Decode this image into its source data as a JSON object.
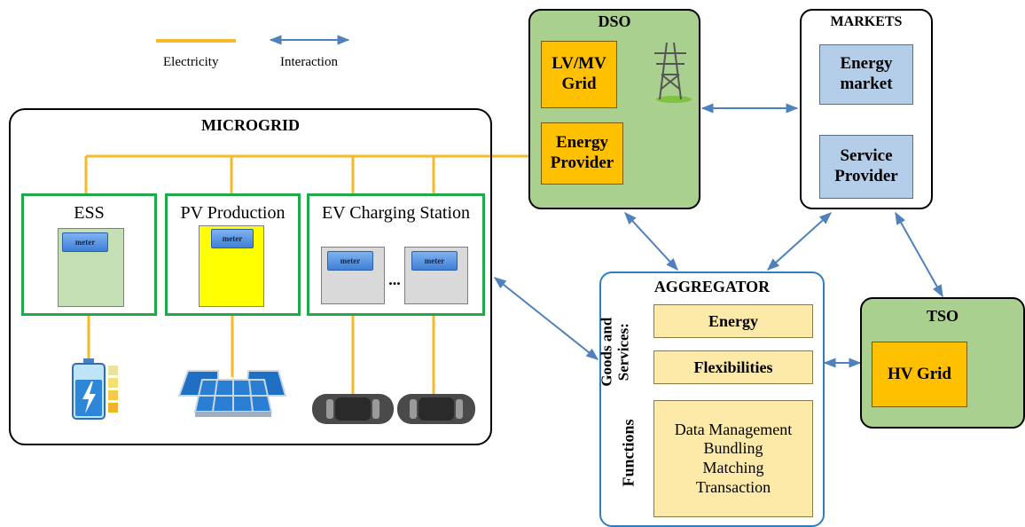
{
  "legend": {
    "electricity": "Electricity",
    "interaction": "Interaction"
  },
  "microgrid": {
    "title": "MICROGRID",
    "ess": {
      "label": "ESS",
      "meter": "meter"
    },
    "pv": {
      "label": "PV Production",
      "meter": "meter"
    },
    "ev": {
      "label": "EV Charging Station",
      "meter1": "meter",
      "meter2": "meter",
      "dots": "..."
    }
  },
  "dso": {
    "title": "DSO",
    "grid": "LV/MV Grid",
    "provider": "Energy Provider"
  },
  "markets": {
    "title": "MARKETS",
    "energy_market": "Energy market",
    "service_provider": "Service Provider"
  },
  "aggregator": {
    "title": "AGGREGATOR",
    "goods_label": "Goods and Services:",
    "functions_label": "Functions",
    "energy": "Energy",
    "flex": "Flexibilities",
    "functions": [
      "Data Management",
      "Bundling",
      "Matching",
      "Transaction"
    ]
  },
  "tso": {
    "title": "TSO",
    "grid": "HV Grid"
  },
  "colors": {
    "electricity": "#f7b928",
    "interaction": "#4f81bd",
    "green_fill": "#a9d08e",
    "orange_fill": "#ffc000",
    "market_fill": "#b4cde8",
    "green_border": "#1faa4a"
  }
}
